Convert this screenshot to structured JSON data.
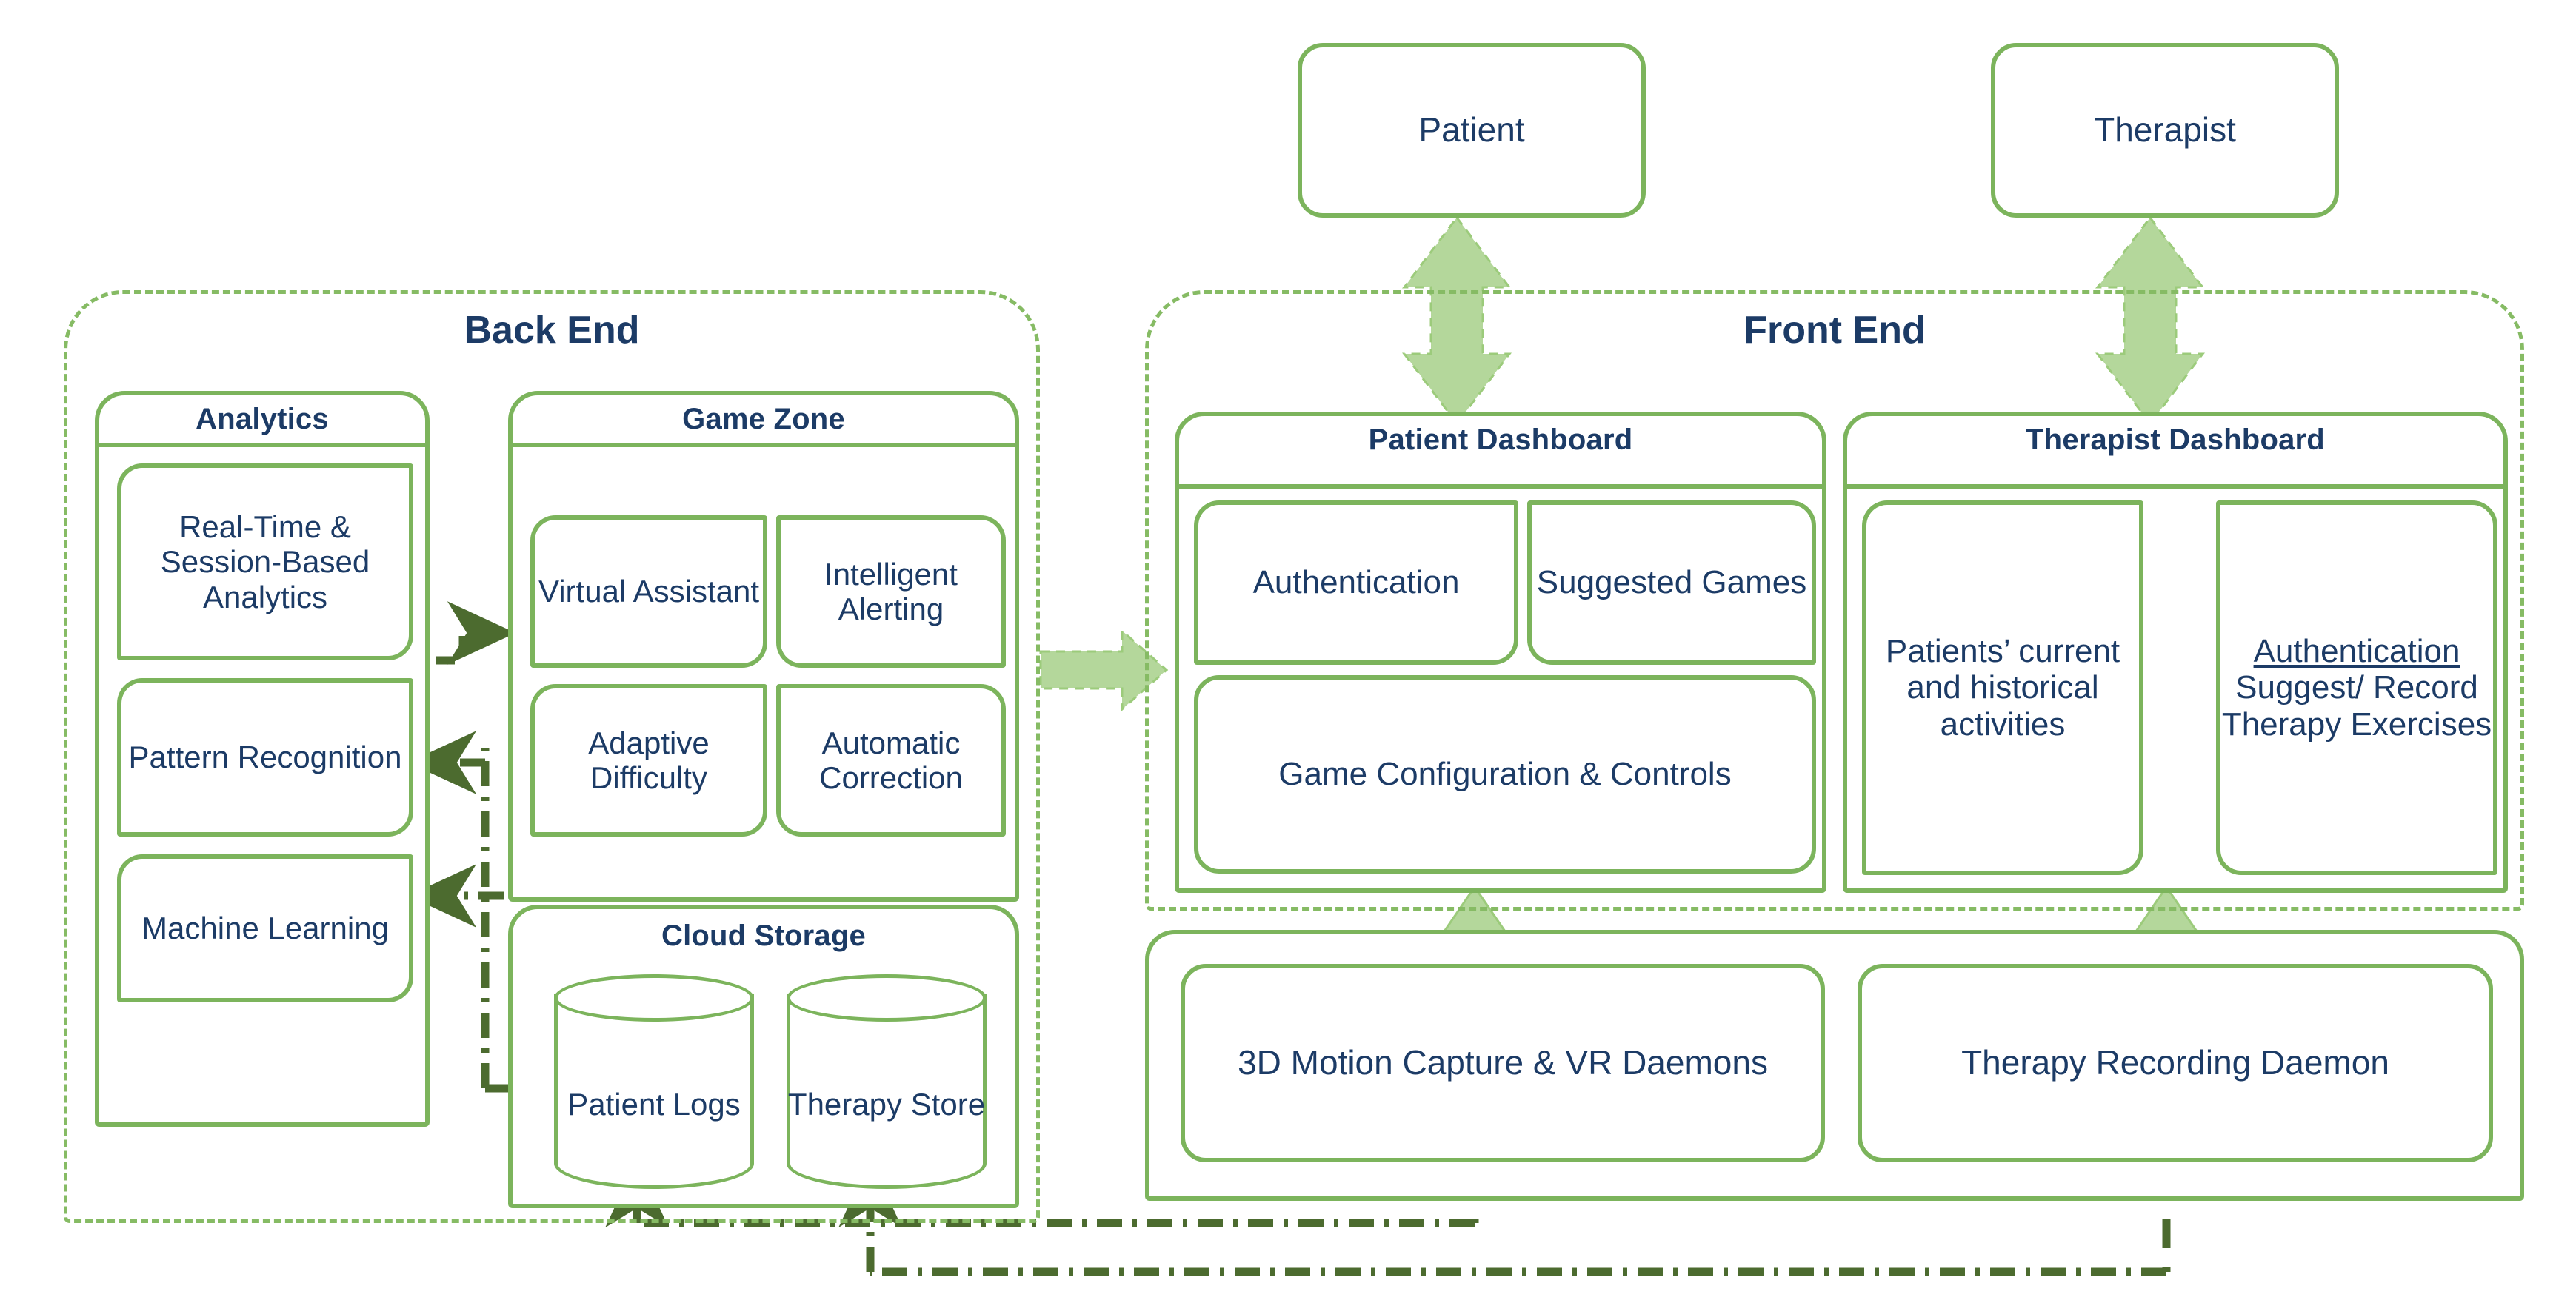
{
  "diagram": {
    "title": "Back End / Front End VR Therapy System Architecture",
    "colors": {
      "green_stroke": "#7cb45c",
      "green_dashed_zone": "#86bb64",
      "arrow_fill": "#b4d79b",
      "arrow_dark": "#4c6b2f",
      "text_navy": "#1c3b66"
    }
  },
  "actors": {
    "patient": "Patient",
    "therapist": "Therapist"
  },
  "zones": {
    "back_end": "Back End",
    "front_end": "Front End"
  },
  "back_end": {
    "analytics": {
      "title": "Analytics",
      "items": [
        "Real-Time & Session-Based Analytics",
        "Pattern Recognition",
        "Machine Learning"
      ]
    },
    "game_zone": {
      "title": "Game Zone",
      "items": [
        "Virtual Assistant",
        "Intelligent Alerting",
        "Adaptive Difficulty",
        "Automatic Correction"
      ]
    },
    "cloud_storage": {
      "title": "Cloud Storage",
      "stores": [
        "Patient Logs",
        "Therapy Store"
      ]
    }
  },
  "front_end": {
    "patient_dashboard": {
      "title": "Patient Dashboard",
      "items": [
        "Authentication",
        "Suggested Games",
        "Game Configuration & Controls"
      ]
    },
    "therapist_dashboard": {
      "title": "Therapist Dashboard",
      "items": [
        "Patients’ current and historical activities"
      ],
      "auth_block": {
        "underlined": "Authentication",
        "rest": "Suggest/ Record Therapy Exercises"
      }
    },
    "daemons": [
      "3D Motion Capture & VR Daemons",
      "Therapy Recording Daemon"
    ]
  }
}
